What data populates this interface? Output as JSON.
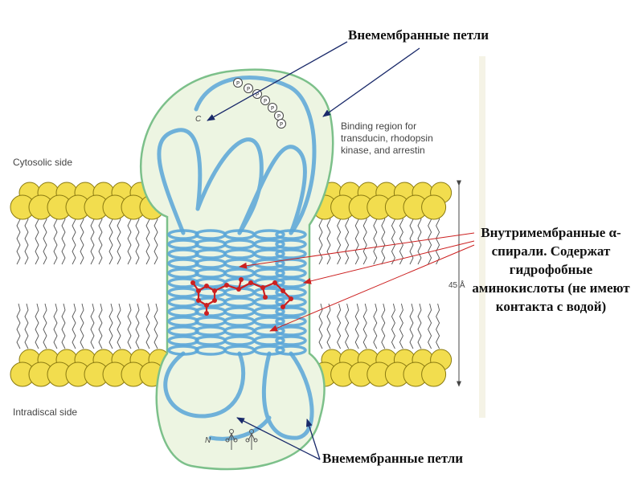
{
  "annotations": {
    "loops_top": "Внемембранные петли",
    "loops_bottom": "Внемембранные петли",
    "helices": "Внутримембранные α-спирали. Содержат гидрофобные аминокислоты (не имеют контакта с водой)"
  },
  "labels": {
    "cytosolic": "Cytosolic side",
    "intradiscal": "Intradiscal side",
    "binding": "Binding region for transducin, rhodopsin kinase, and arrestin",
    "thickness": "45 Å",
    "c_terminus": "C",
    "n_terminus": "N",
    "phosphate": "P"
  },
  "colors": {
    "lipid_head": "#f2dd4e",
    "lipid_outline": "#8a7a10",
    "cell_fill": "#edf5e2",
    "cell_outline": "#7cc08a",
    "helix": "#5aa6d8",
    "retinal": "#cc2020",
    "arrow_dark": "#1a2a6a",
    "arrow_red": "#cc2020",
    "beige_strip": "#f5f3e6"
  }
}
